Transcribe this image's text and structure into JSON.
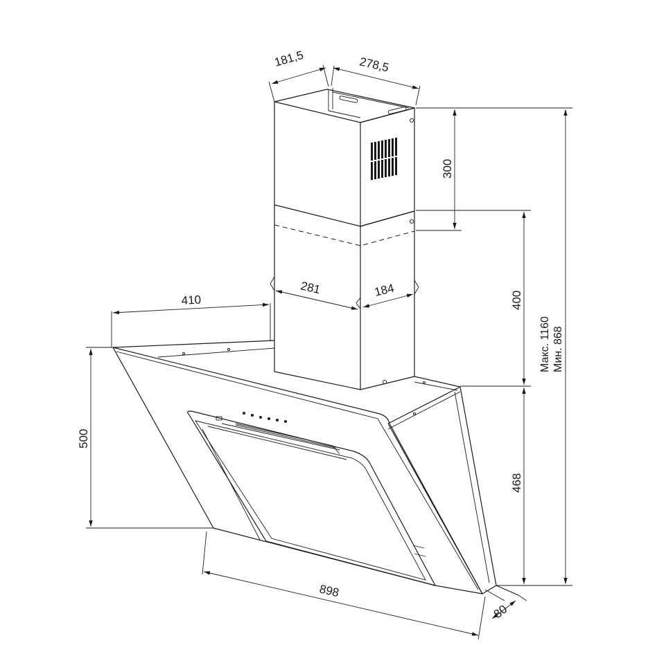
{
  "dimensions": {
    "top_side": "181,5",
    "top_front": "278,5",
    "upper_height": "300",
    "lower_height": "400",
    "max_total": "Макс. 1160",
    "min_total": "Мин. 868",
    "mid_front": "281",
    "mid_side": "184",
    "depth": "410",
    "hood_height": "500",
    "panel_height": "468",
    "width": "898",
    "edge_depth": "80"
  }
}
